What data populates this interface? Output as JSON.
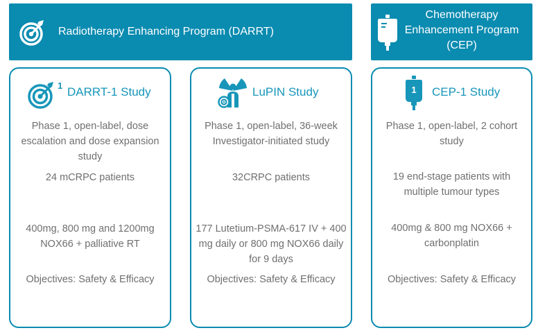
{
  "banners": {
    "radiotherapy": "Radiotherapy Enhancing Program (DARRT)",
    "chemotherapy": "Chemotherapy Enhancement Program (CEP)"
  },
  "icons": {
    "radiotherapy_banner": "target-icon",
    "chemotherapy_banner": "iv-bag-icon",
    "darrt": "target-1-icon",
    "lupin": "radiation-patient-icon",
    "cep": "iv-bag-1-icon"
  },
  "colors": {
    "accent": "#0a8bb0",
    "title_text": "#1796b9",
    "body_text": "#6f6f6f"
  },
  "studies": [
    {
      "title": "DARRT-1 Study",
      "design": "Phase 1, open-label, dose escalation and dose expansion study",
      "patients": "24 mCRPC patients",
      "dosing": "400mg, 800 mg and 1200mg NOX66 + palliative RT",
      "objectives": "Objectives: Safety & Efficacy"
    },
    {
      "title": "LuPIN Study",
      "design": "Phase 1, open-label, 36-week Investigator-initiated study",
      "patients": "32CRPC patients",
      "dosing": "177 Lutetium-PSMA-617 IV + 400 mg daily or 800 mg NOX66 daily for 9 days",
      "objectives": "Objectives: Safety & Efficacy"
    },
    {
      "title": "CEP-1 Study",
      "design": "Phase 1, open-label, 2 cohort study",
      "patients": "19 end-stage patients with multiple tumour types",
      "dosing": "400mg & 800 mg NOX66 + carbonplatin",
      "objectives": "Objectives: Safety & Efficacy",
      "bag_badge": "1"
    }
  ],
  "darrt_badge": "1"
}
